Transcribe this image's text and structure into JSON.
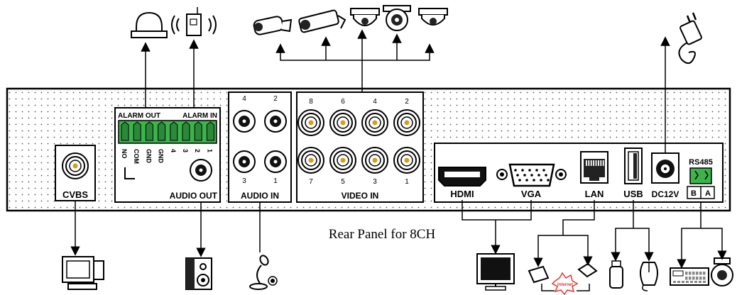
{
  "caption": "Rear Panel for 8CH",
  "ports": {
    "cvbs": "CVBS",
    "alarm_out": "ALARM OUT",
    "alarm_in": "ALARM IN",
    "audio_out": "AUDIO OUT",
    "audio_in": "AUDIO IN",
    "video_in": "VIDEO IN",
    "hdmi": "HDMI",
    "vga": "VGA",
    "lan": "LAN",
    "usb": "USB",
    "dc12v": "DC12V",
    "rs485": "RS485",
    "rs485_b": "B",
    "rs485_a": "A"
  },
  "alarm_terminals": [
    "NO",
    "COM",
    "GND",
    "GND",
    "4",
    "3",
    "2",
    "1"
  ],
  "audio_in_numbers": {
    "top": [
      "4",
      "2"
    ],
    "bottom": [
      "3",
      "1"
    ]
  },
  "video_in_numbers": {
    "top": [
      "8",
      "6",
      "4",
      "2"
    ],
    "bottom": [
      "7",
      "5",
      "3",
      "1"
    ]
  },
  "internet_label": "Internet",
  "colors": {
    "line": "#000000",
    "panel": "#ffffff",
    "terminal": "#3cb44b",
    "bnc_center": "#d4a017"
  }
}
